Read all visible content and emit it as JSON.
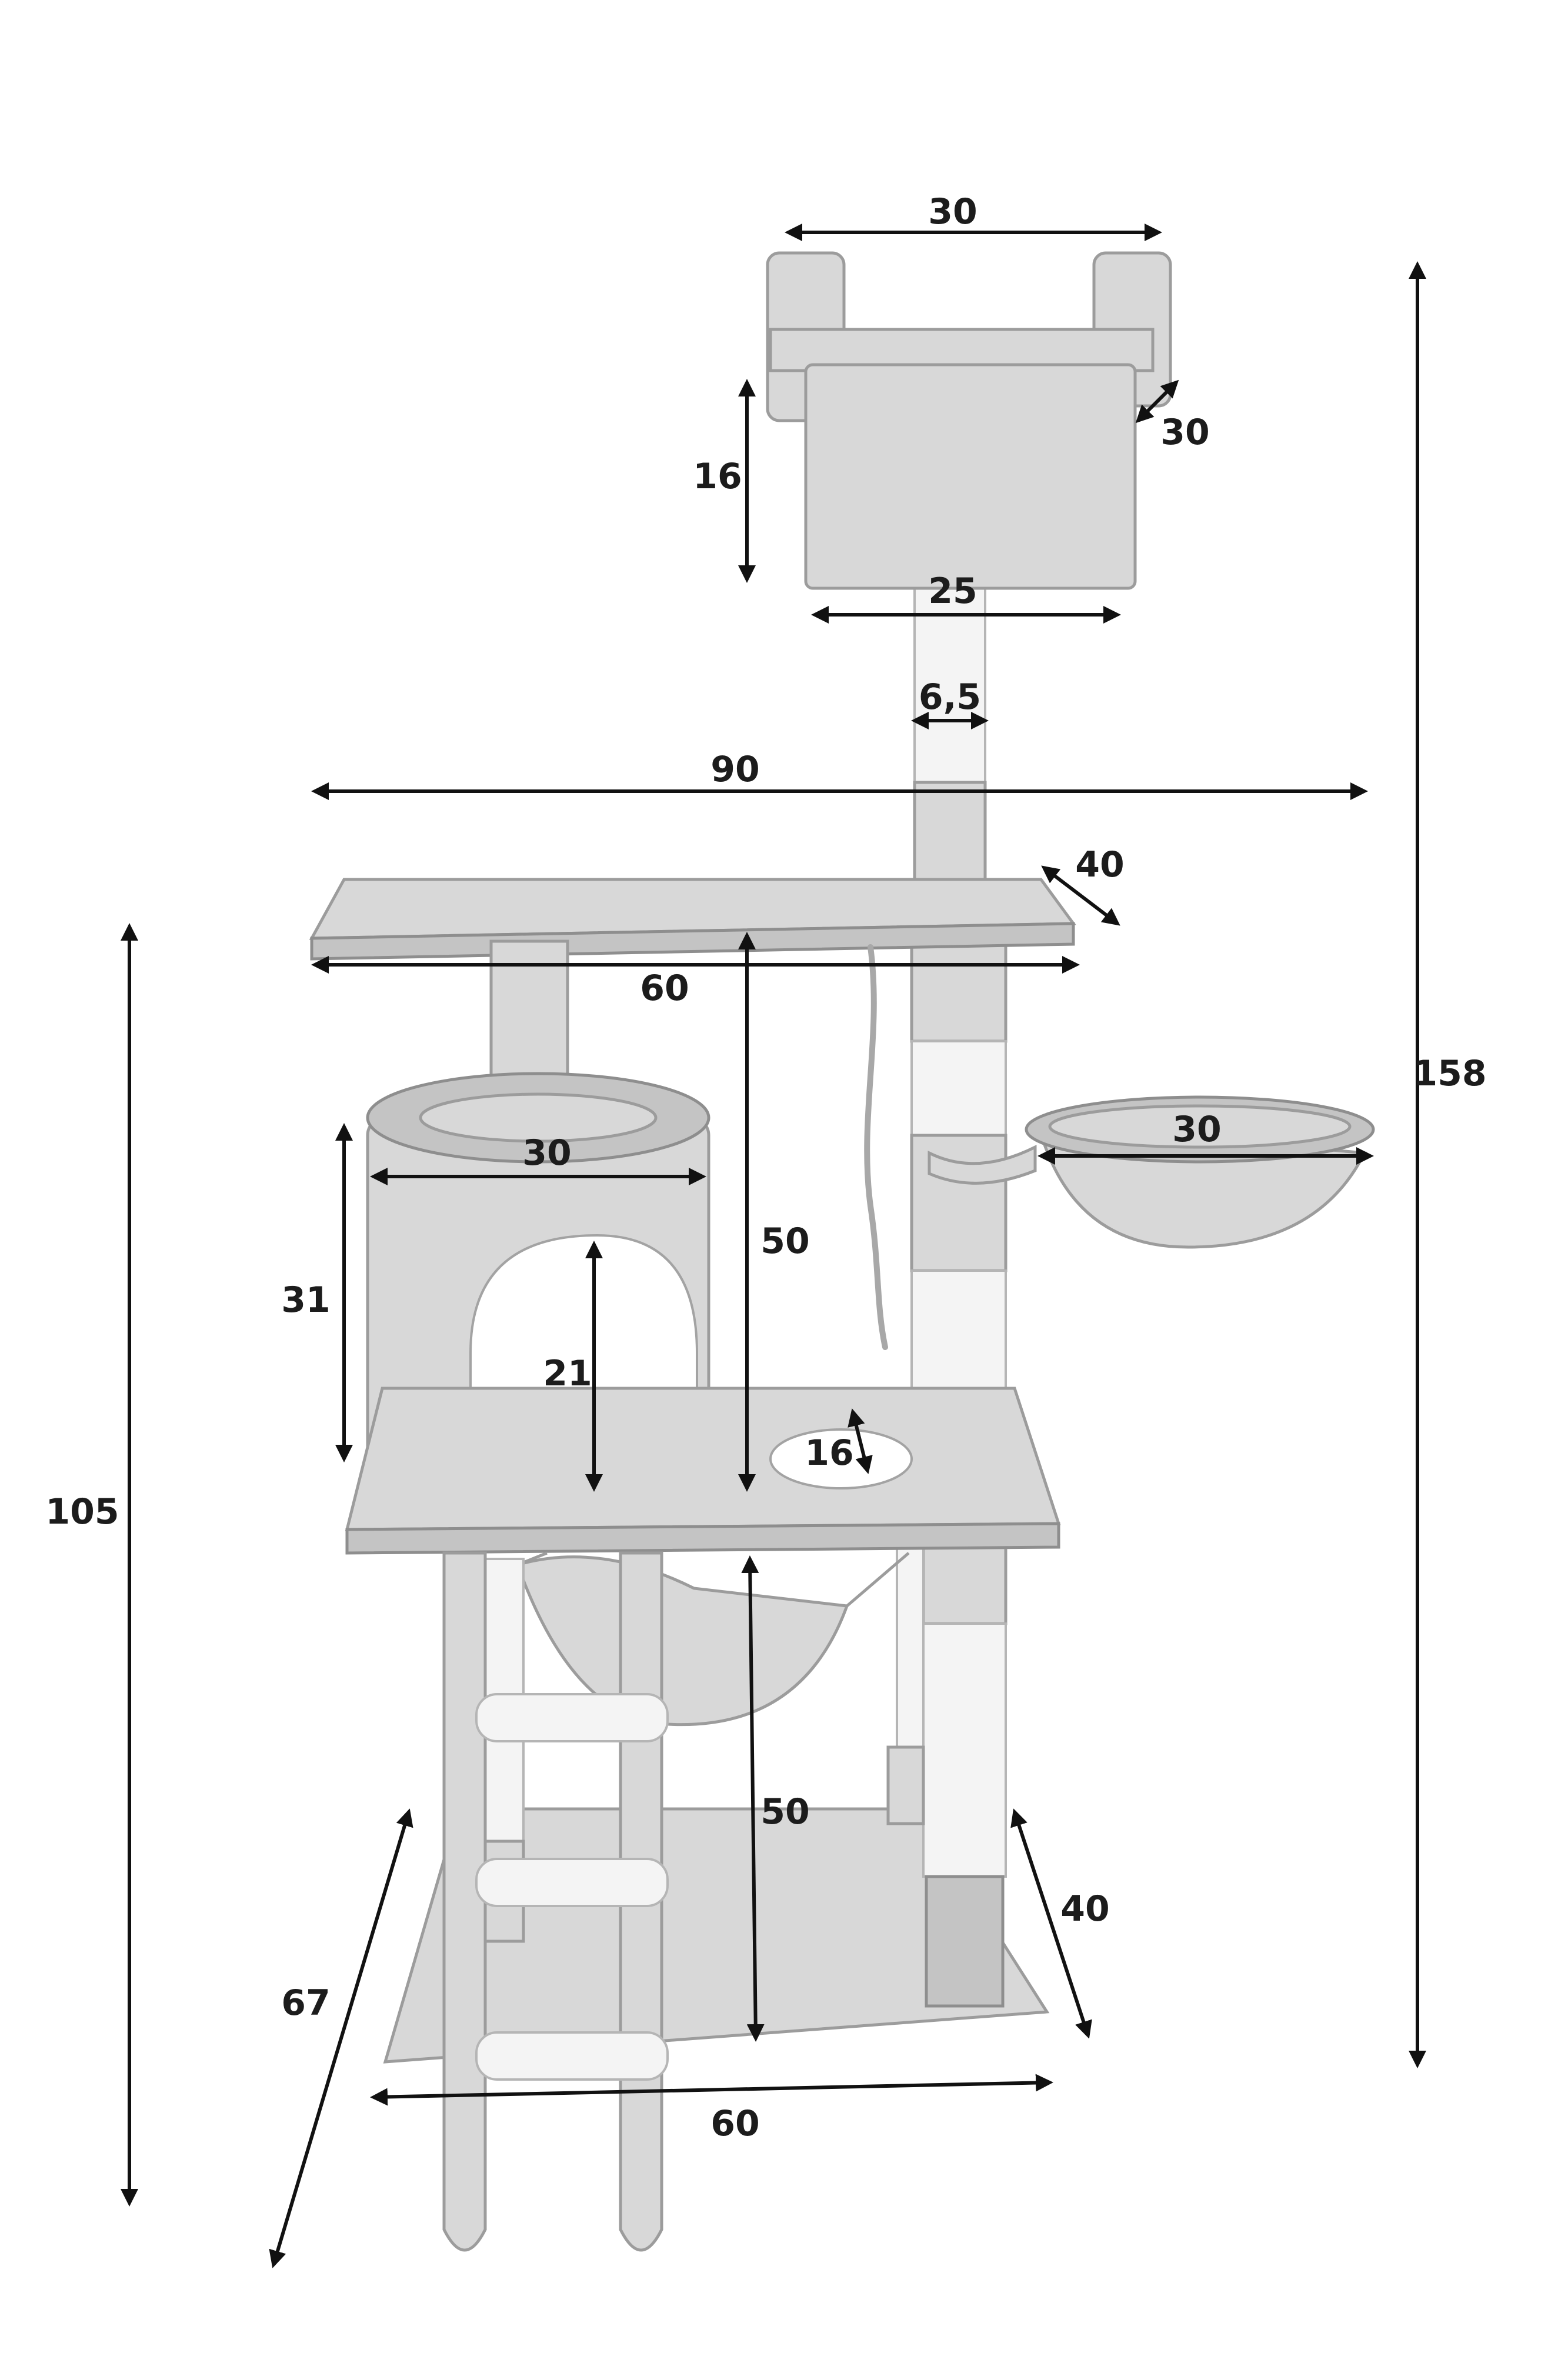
{
  "labels": {
    "top_width": "30",
    "top_depth": "30",
    "top_box_height": "16",
    "top_box_width": "25",
    "post_diameter": "6,5",
    "total_width": "90",
    "platform_depth": "40",
    "platform_width": "60",
    "total_height": "158",
    "bowl_diameter": "30",
    "house_width": "30",
    "upper_level_height": "50",
    "house_height": "31",
    "door_height": "21",
    "hole_diameter": "16",
    "left_height": "105",
    "lower_level_height": "50",
    "base_depth": "40",
    "ladder_length": "67",
    "base_width": "60"
  },
  "colors": {
    "ink": "#111111",
    "fur": "#d8d8d8",
    "sisal": "#f4f4f4"
  }
}
